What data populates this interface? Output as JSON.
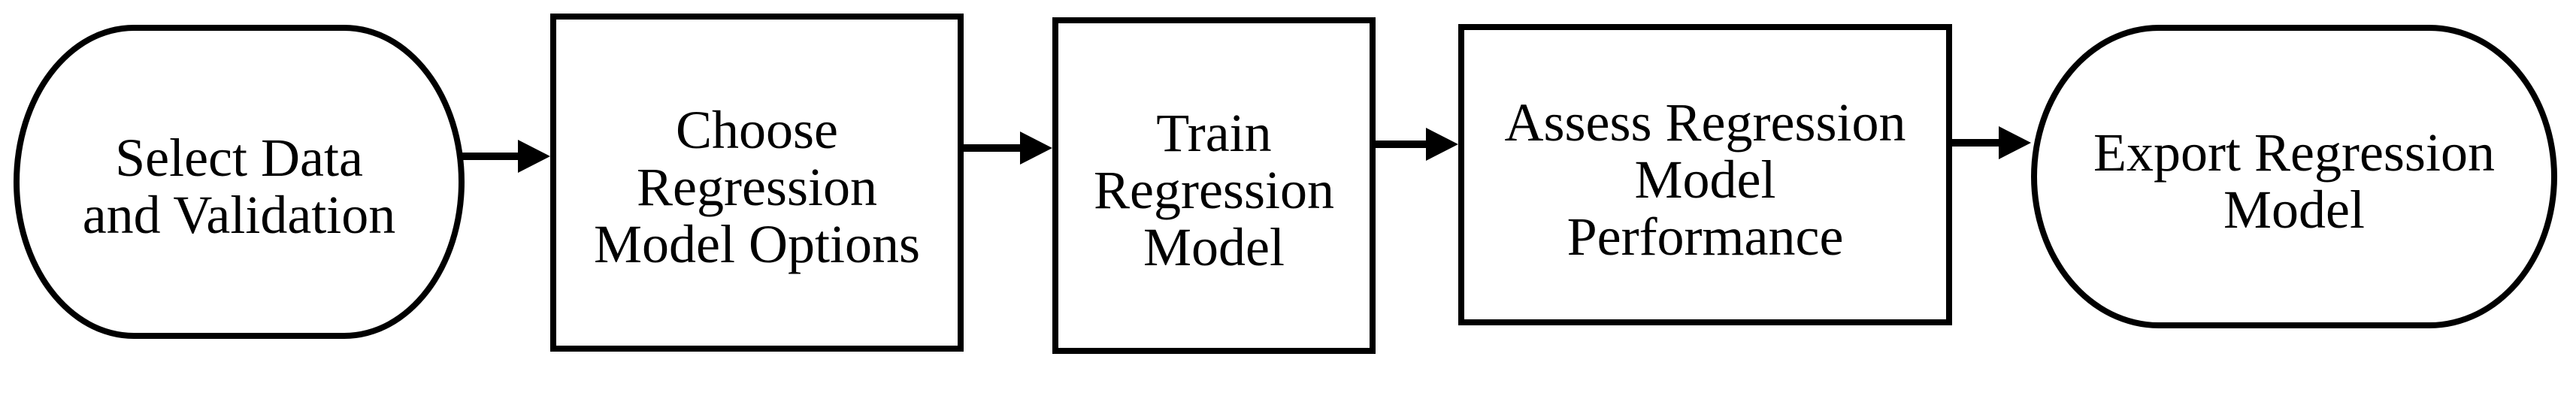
{
  "diagram": {
    "type": "flowchart",
    "direction": "left-to-right",
    "colors": {
      "background": "#ffffff",
      "stroke": "#000000",
      "text": "#000000"
    },
    "nodes": [
      {
        "id": "select-data",
        "shape": "terminator",
        "label": "Select Data and Validation",
        "lines": [
          "Select Data",
          "and Validation"
        ]
      },
      {
        "id": "choose-regression-model-options",
        "shape": "process",
        "label": "Choose Regression Model Options",
        "lines": [
          "Choose",
          "Regression",
          "Model Options"
        ]
      },
      {
        "id": "train-regression-model",
        "shape": "process",
        "label": "Train Regression Model",
        "lines": [
          "Train",
          "Regression",
          "Model"
        ]
      },
      {
        "id": "assess-regression-model-performance",
        "shape": "process",
        "label": "Assess Regression Model Performance",
        "lines": [
          "Assess Regression",
          "Model",
          "Performance"
        ]
      },
      {
        "id": "export-regression-model",
        "shape": "terminator",
        "label": "Export Regression Model",
        "lines": [
          "Export Regression",
          "Model"
        ]
      }
    ],
    "connections": [
      {
        "from": "select-data",
        "to": "choose-regression-model-options"
      },
      {
        "from": "choose-regression-model-options",
        "to": "train-regression-model"
      },
      {
        "from": "train-regression-model",
        "to": "assess-regression-model-performance"
      },
      {
        "from": "assess-regression-model-performance",
        "to": "export-regression-model"
      }
    ]
  }
}
